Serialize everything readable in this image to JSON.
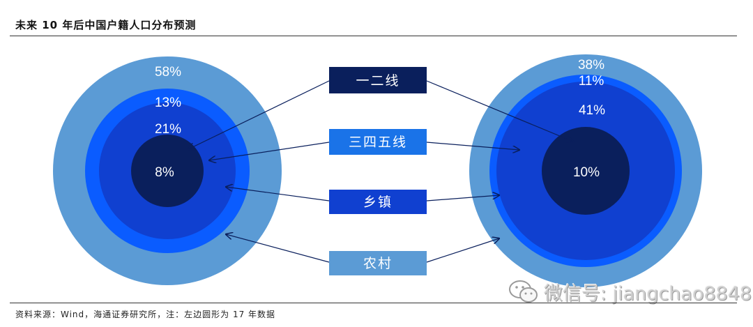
{
  "title": "未来 10 年后中国户籍人口分布预测",
  "source": "资料来源：Wind，海通证券研究所，注：左边圆形为 17 年数据",
  "watermark": {
    "icon": "wechat-icon",
    "text": "微信号: jiangchao8848"
  },
  "colors": {
    "rural": "#5b9bd5",
    "town": "#0a5cff",
    "tier345": "#1040d0",
    "tier12": "#0a1f5c"
  },
  "categories": [
    {
      "key": "tier12",
      "label": "一二线"
    },
    {
      "key": "tier345",
      "label": "三四五线"
    },
    {
      "key": "town",
      "label": "乡镇"
    },
    {
      "key": "rural",
      "label": "农村"
    }
  ],
  "left_circle": {
    "tier12": "8%",
    "tier345": "21%",
    "town": "13%",
    "rural": "58%"
  },
  "right_circle": {
    "tier12": "10%",
    "tier345": "41%",
    "town": "11%",
    "rural": "38%"
  }
}
